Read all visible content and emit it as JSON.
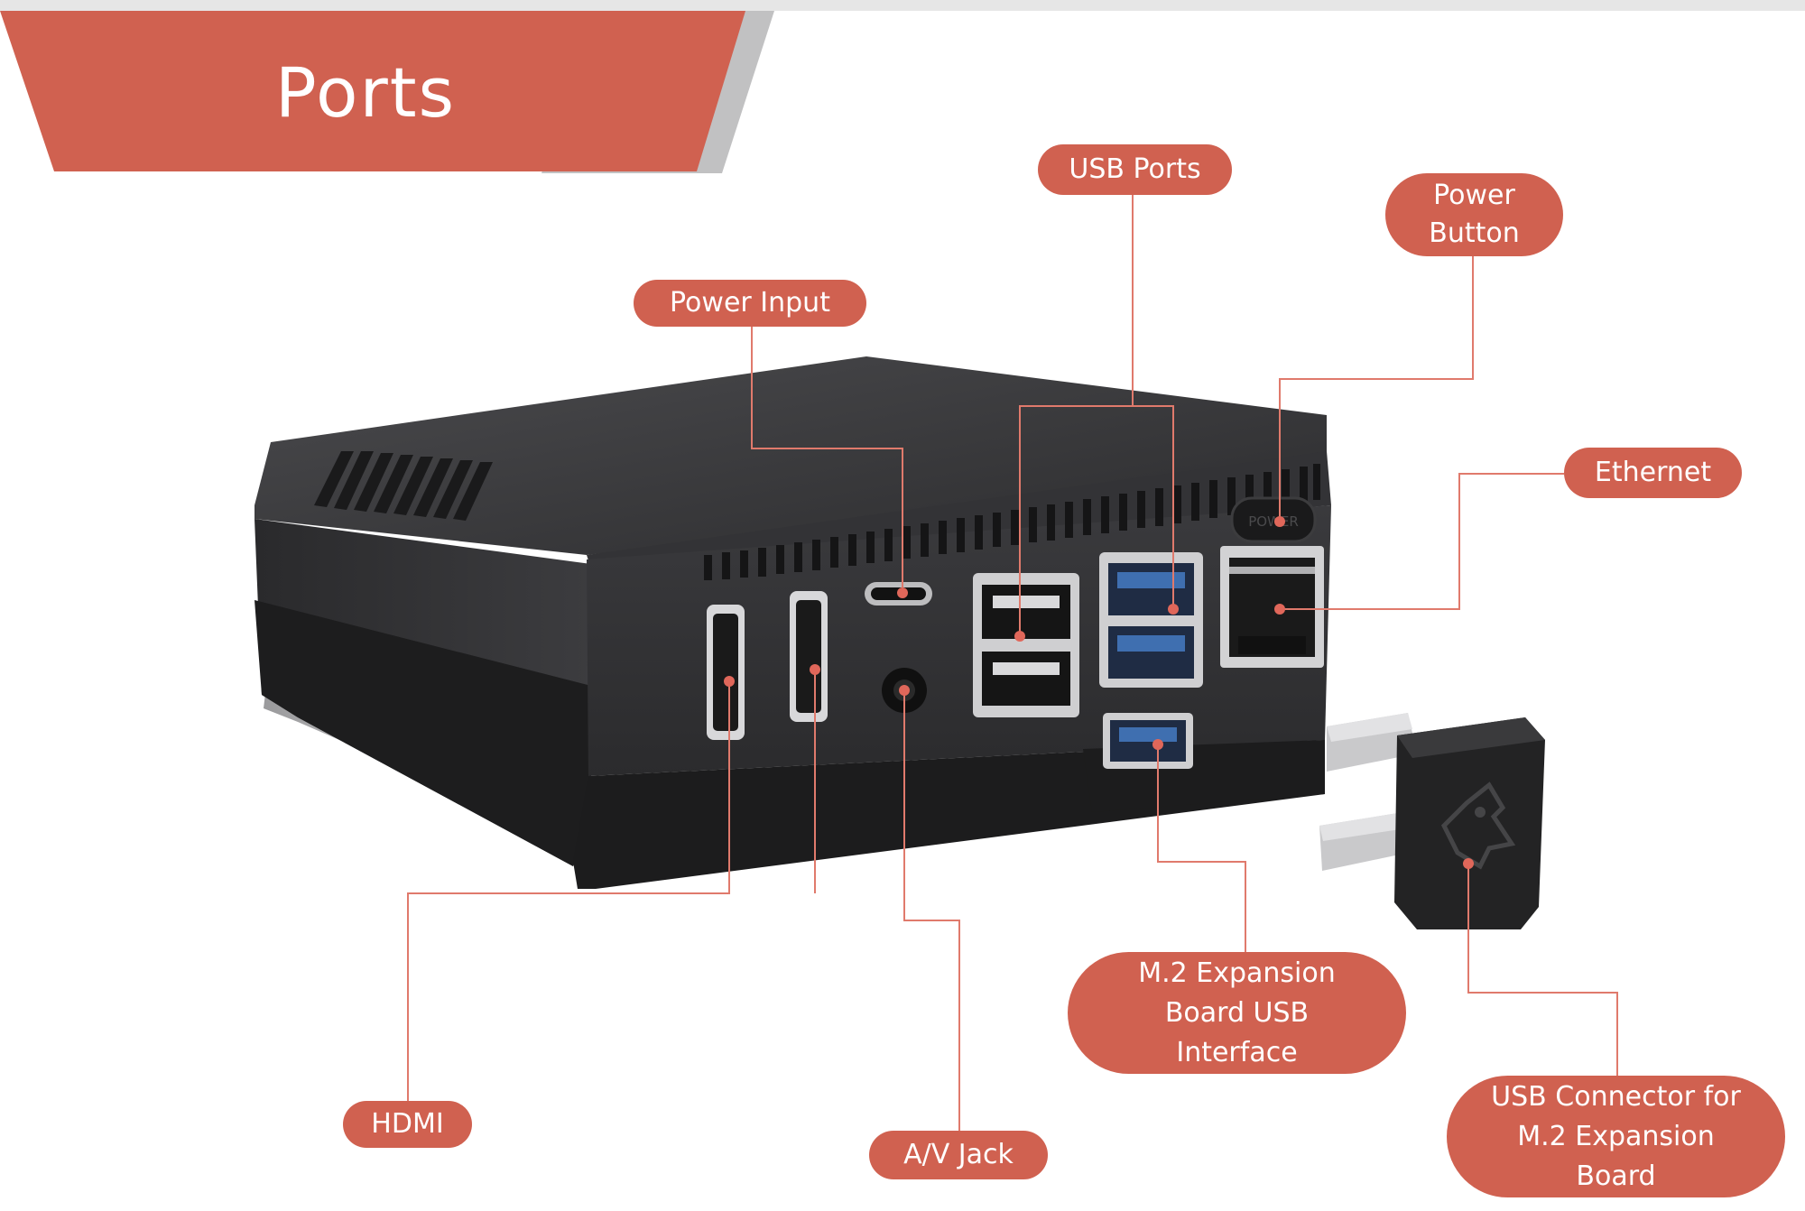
{
  "title": "Ports",
  "labels": {
    "usb_ports": "USB Ports",
    "power_button": "Power\nButton",
    "power_input": "Power Input",
    "ethernet": "Ethernet",
    "m2_usb_interface": "M.2 Expansion\nBoard USB\nInterface",
    "usb_connector": "USB Connector for\nM.2 Expansion\nBoard",
    "hdmi": "HDMI",
    "av_jack": "A/V Jack"
  },
  "colors": {
    "accent": "#d06150",
    "case_top": "#3a3a3c",
    "case_front": "#2e2e30",
    "case_base": "#1f1f20",
    "usb3_blue": "#3f6fb0",
    "leader_line": "#e07a6c"
  }
}
